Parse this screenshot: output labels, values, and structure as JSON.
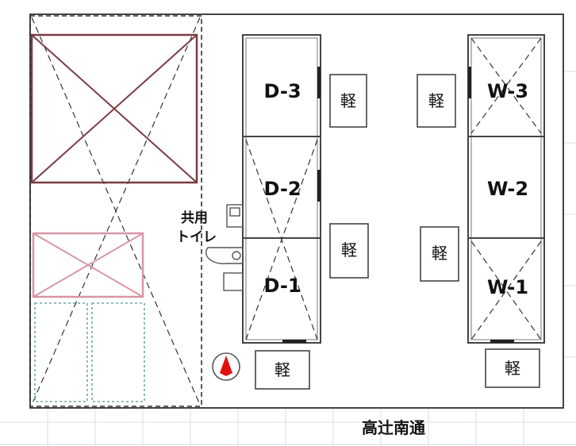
{
  "street": {
    "name": "高辻南通"
  },
  "toilet": {
    "line1": "共用",
    "line2": "トイレ"
  },
  "units": {
    "d3": "D-3",
    "d2": "D-2",
    "d1": "D-1",
    "w3": "W-3",
    "w2": "W-2",
    "w1": "W-1"
  },
  "parking": {
    "p1": "軽",
    "p2": "軽",
    "p3": "軽",
    "p4": "軽",
    "p5": "軽",
    "p6": "軽"
  },
  "colors": {
    "grid": "#d9dde3",
    "wall": "#444444",
    "large_lot": "#7b3b44",
    "small_lot": "#d796a4",
    "teal_lot": "#6fa8a8",
    "compass": "#e01010"
  },
  "icons": {
    "compass": "north-arrow-icon"
  }
}
